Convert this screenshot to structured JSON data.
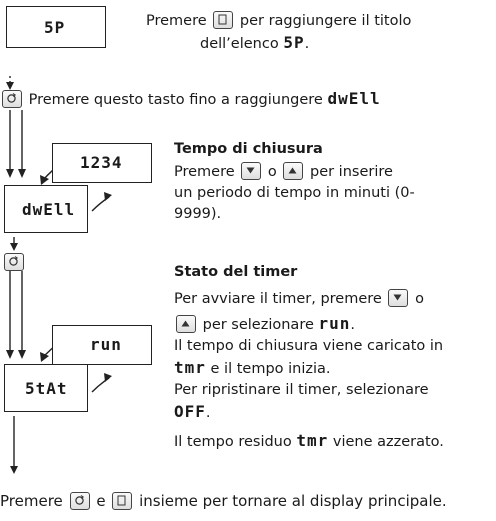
{
  "displays": {
    "sp": "5P",
    "dwell_value": "1234",
    "dwell": "dwEll",
    "run": "run",
    "stat": "5tAt",
    "list_sp": "5P",
    "dwell_inline": "dwEll",
    "run_inline": "run",
    "tmr": "tmr",
    "off": "OFF",
    "tmr2": "tmr"
  },
  "text": {
    "sp_line1_a": "Premere",
    "sp_line1_b": "per raggiungere il titolo",
    "sp_line2": "dell’elenco",
    "sp_line2_end": ".",
    "scroll_line": "Premere questo tasto fino a raggiungere",
    "dwell_title": "Tempo di chiusura",
    "dwell_l1_a": "Premere",
    "dwell_l1_o": "o",
    "dwell_l1_b": "per inserire",
    "dwell_l2": "un periodo di tempo in minuti (0-",
    "dwell_l3": "9999).",
    "stat_title": "Stato del timer",
    "stat_l1": "Per avviare il timer, premere",
    "stat_l1_o": "o",
    "stat_l2": "per selezionare",
    "stat_l2_end": ".",
    "stat_l3": "Il tempo di chiusura viene caricato in",
    "stat_l4": "e il tempo inizia.",
    "stat_l5": "Per ripristinare il timer, selezionare",
    "stat_l6_end": ".",
    "stat_l7_a": "Il tempo residuo",
    "stat_l7_b": "viene azzerato.",
    "footer_a": "Premere",
    "footer_e": "e",
    "footer_b": "insieme per tornare al display principale."
  },
  "icons": {
    "page_key": "page-key-icon",
    "scroll_key": "scroll-key-icon",
    "down_key": "down-arrow-key-icon",
    "up_key": "up-arrow-key-icon"
  }
}
